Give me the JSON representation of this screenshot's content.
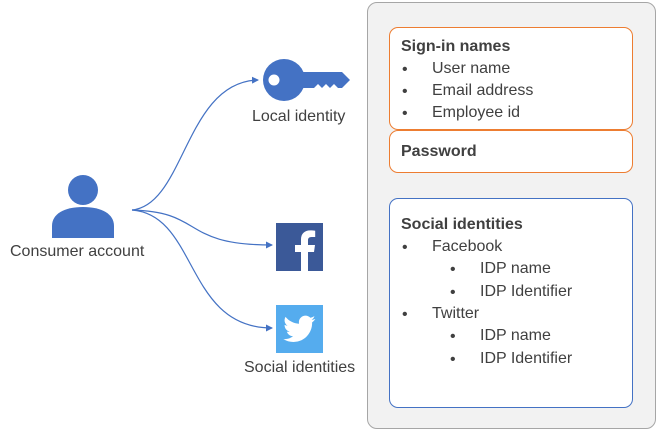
{
  "labels": {
    "consumer_account": "Consumer account",
    "local_identity": "Local identity",
    "social_identities": "Social identities"
  },
  "icons": {
    "user": "user-icon",
    "key": "key-icon",
    "facebook": "facebook-icon",
    "twitter": "twitter-icon"
  },
  "colors": {
    "icon_blue": "#4472c4",
    "facebook_blue": "#3b5998",
    "twitter_blue": "#55acee",
    "signin_border": "#ed7d31",
    "social_border": "#4472c4",
    "panel_bg": "#f2f2f2"
  },
  "signin": {
    "title": "Sign-in names",
    "items": [
      "User name",
      "Email address",
      "Employee id"
    ]
  },
  "password": {
    "title": "Password"
  },
  "social": {
    "title": "Social identities",
    "providers": [
      {
        "name": "Facebook",
        "fields": [
          "IDP name",
          "IDP Identifier"
        ]
      },
      {
        "name": "Twitter",
        "fields": [
          "IDP name",
          "IDP Identifier"
        ]
      }
    ]
  },
  "bullet_char": "•"
}
